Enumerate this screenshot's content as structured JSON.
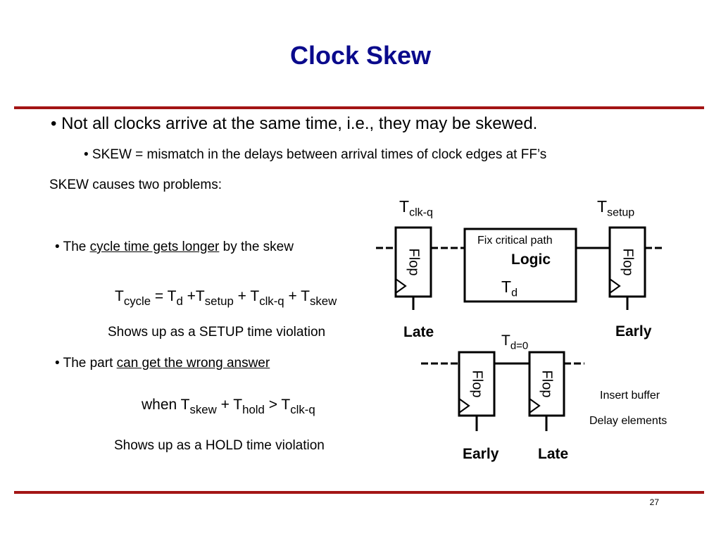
{
  "colors": {
    "title": "#0a0a8c",
    "rule": "#a31515",
    "text": "#000000"
  },
  "title": "Clock Skew",
  "bullet1": "• Not all clocks arrive at the same time, i.e., they may be skewed.",
  "bullet1_sub": "•  SKEW = mismatch in the delays between arrival times of clock edges at FF’s",
  "skew_problems": "SKEW causes two problems:",
  "problem1": {
    "prefix": "•  The ",
    "underlined": "cycle time gets longer",
    "suffix": " by the skew",
    "formula": {
      "t1": "T",
      "t1_sub": "cycle",
      "eq": "  = T",
      "d_sub": "d",
      "plus1": "  +T",
      "setup_sub": "setup",
      "plus2": "  + T",
      "clkq_sub": "clk-q",
      "plus3": " + T",
      "skew_sub": "skew"
    },
    "note": "Shows up as a SETUP time violation"
  },
  "problem2": {
    "prefix": "•  The part ",
    "underlined": "can get the wrong answer",
    "formula": {
      "w": "when T",
      "skew_sub": "skew",
      "plus": "  + T",
      "hold_sub": "hold",
      "gt": "  > T",
      "clkq_sub": "clk-q"
    },
    "note": "Shows up as a HOLD time violation"
  },
  "diagram_top": {
    "tclkq": "T",
    "tclkq_sub": "clk-q",
    "tsetup": "T",
    "tsetup_sub": "setup",
    "flop_label": "Flop",
    "logic_caption": "Fix critical path",
    "logic_label": "Logic",
    "td": "T",
    "td_sub": "d",
    "left_label": "Late",
    "right_label": "Early"
  },
  "diagram_bottom": {
    "td0": "T",
    "td0_sub": "d=0",
    "flop_label": "Flop",
    "left_label": "Early",
    "right_label": "Late",
    "fix1": "Insert buffer",
    "fix2": "Delay elements"
  },
  "page_number": "27"
}
